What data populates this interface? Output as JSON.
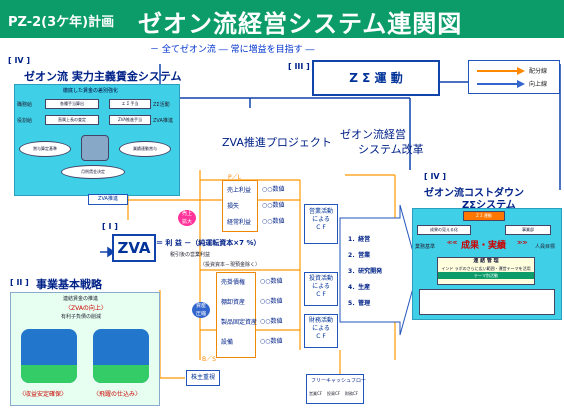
{
  "header": {
    "plan_label": "PZ-2(3ケ年)計画",
    "title": "ゼオン流経営システム連関図",
    "subtitle": "－ 全てゼオン流 ― 常に増益を目指す ―",
    "color": "#0b9c6a"
  },
  "section_iv_left": {
    "roman": "[ IV ]",
    "title": "ゼオン流  実力主義賃金システム",
    "panel_title": "徹底した賃金の差別強化",
    "left_labels": [
      "職務給",
      "役割給"
    ],
    "boxes": [
      "各種手当算出",
      "直属上長の査定",
      "エ Σ 手当",
      "ZVA推進手当"
    ],
    "right_labels": [
      "ZΣ活動",
      "ZVA推進"
    ],
    "ovals": [
      "賞与算定基準",
      "業績連動賞与",
      "月例賃金決定"
    ],
    "bottom_label": "ZVA推進"
  },
  "section_iii": {
    "roman": "[ III ]",
    "title": "Z Σ 運 動"
  },
  "legend": {
    "item1": "配分線",
    "item2": "向上線",
    "color1": "#ff8800",
    "color2": "#3366cc"
  },
  "zva_project": "ZVA推進プロジェクト",
  "reform": {
    "line1": "ゼオン流経営",
    "line2": "システム改革"
  },
  "section_i": {
    "roman": "[ I ]",
    "label": "ZVA",
    "formula": "＝ 利 益 －（純運転資本×7 %）",
    "sub1": "税引後の営業利益",
    "sub2": "（投資資本－現預金除く）",
    "ellipse1": "売上\n拡大",
    "ellipse2": "資産\n圧縮",
    "pl_label": "P／L",
    "bs_label": "B／S"
  },
  "profit_items": {
    "rows": [
      "売上利益",
      "損失",
      "経常利益"
    ],
    "notes": [
      "○○数値",
      "○○数値",
      "○○数値"
    ]
  },
  "asset_items": {
    "rows": [
      "売掛債権",
      "棚卸資産",
      "製品固定資産",
      "設備"
    ],
    "notes": [
      "○○数値",
      "○○数値",
      "○○数値",
      "○○数値"
    ]
  },
  "cf_boxes": [
    "営業活動\nによる\nC F",
    "投資活動\nによる\nC F",
    "財務活動\nによる\nC F"
  ],
  "kpi_list": [
    "1．経営",
    "2．営業",
    "3．研究開発",
    "4．生産",
    "5．管理"
  ],
  "bottom_boxes": {
    "shareholder": "株主重視",
    "free_cf": "フリーキャッシュフロー",
    "free_cf_sub": [
      "営業CF",
      "投資CF",
      "財務CF"
    ]
  },
  "section_iv_right": {
    "roman": "[ IV ]",
    "title1": "ゼオン流コストダウン",
    "title2": "ZΣシステム",
    "top_box": "Z Σ 運動",
    "mid_left": "成果の見える化",
    "mid_right": "事業部",
    "slogan": "成果・実績",
    "slogan_prefix": "≪≪",
    "slogan_suffix": "≫≫",
    "side_left": "業務基準",
    "side_right": "人員目標",
    "bottom_title": "連 結 管 理",
    "bottom_sub": "インド ラボのさらに広い範囲・運営テーマを活用",
    "bar_label": "テーマ別活動"
  },
  "section_ii": {
    "roman": "[ II ]",
    "title": "事業基本戦略",
    "top_labels": [
      "連結賃金の推進",
      "〈ZVAの向上〉",
      "有利子負債の削減"
    ],
    "bottom_left": "〈収益安定確保〉",
    "bottom_right": "〈飛躍の仕込み〉"
  }
}
